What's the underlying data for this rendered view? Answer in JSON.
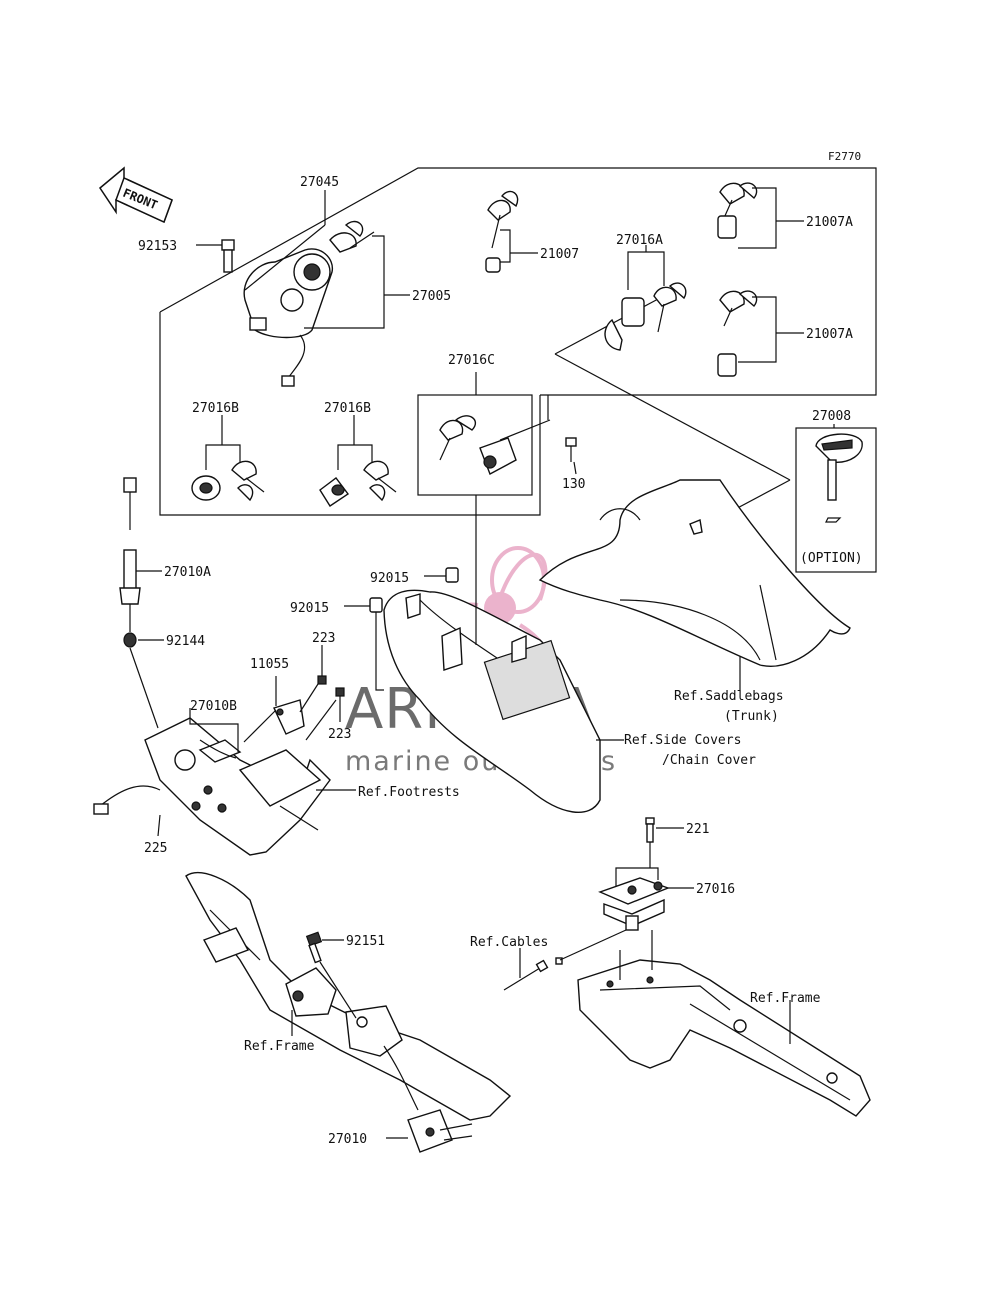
{
  "diagram": {
    "code": "F2770",
    "front_arrow": "FRONT",
    "labels": {
      "p27045": "27045",
      "p92153": "92153",
      "p27005": "27005",
      "p21007": "21007",
      "p27016A": "27016A",
      "p21007A_1": "21007A",
      "p21007A_2": "21007A",
      "p27016C": "27016C",
      "p27016B_1": "27016B",
      "p27016B_2": "27016B",
      "p27008": "27008",
      "option": "(OPTION)",
      "p130": "130",
      "p27010A": "27010A",
      "p92144": "92144",
      "p92015_1": "92015",
      "p92015_2": "92015",
      "p223_1": "223",
      "p223_2": "223",
      "p11055": "11055",
      "p27010B": "27010B",
      "p225": "225",
      "ref_saddlebags": "Ref.Saddlebags",
      "ref_trunk": "(Trunk)",
      "ref_side_covers": "Ref.Side Covers",
      "ref_chain_cover": "/Chain Cover",
      "ref_footrests": "Ref.Footrests",
      "p221": "221",
      "p27016": "27016",
      "ref_cables": "Ref.Cables",
      "ref_frame_right": "Ref.Frame",
      "p92151": "92151",
      "ref_frame_left": "Ref.Frame",
      "p27010": "27010"
    }
  },
  "watermark": {
    "brand": "ARMADA",
    "tagline": "marine outboards",
    "logo_color": "#e8a6c4"
  }
}
